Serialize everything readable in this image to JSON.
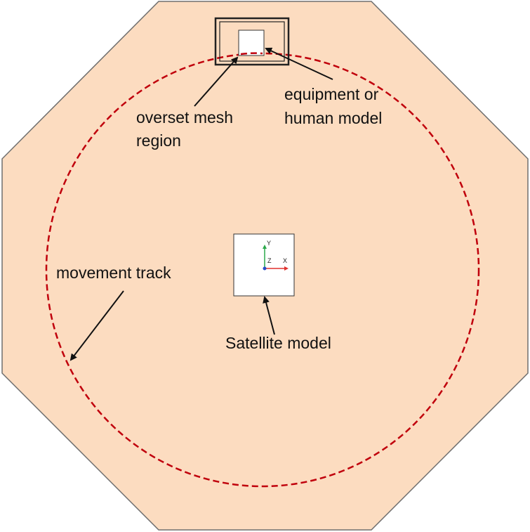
{
  "colors": {
    "chamber_fill": "#fcdcc0",
    "chamber_stroke": "#6e6e6e",
    "track": "#c0000c",
    "arrow": "#111111",
    "box_fill": "#ffffff",
    "axis_y": "#2ba84a",
    "axis_x": "#e0312e",
    "axis_origin": "#2a4ec8"
  },
  "labels": {
    "overset_line1": "overset mesh",
    "overset_line2": "region",
    "equipment_line1": "equipment or",
    "equipment_line2": "human model",
    "movement_track": "movement track",
    "satellite_model": "Satellite model"
  },
  "axes": {
    "y": "Y",
    "z": "Z",
    "x": "X"
  }
}
